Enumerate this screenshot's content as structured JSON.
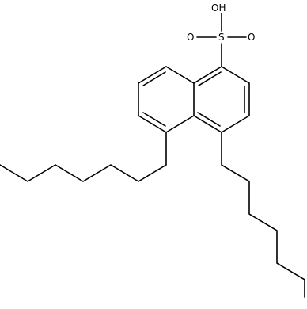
{
  "molecule": {
    "atoms": {
      "hydroxyl": "OH",
      "sulfur": "S",
      "oxygen_left": "O",
      "oxygen_right": "O"
    },
    "colors": {
      "bond": "#000000",
      "label": "#000000",
      "background": "#ffffff"
    }
  }
}
